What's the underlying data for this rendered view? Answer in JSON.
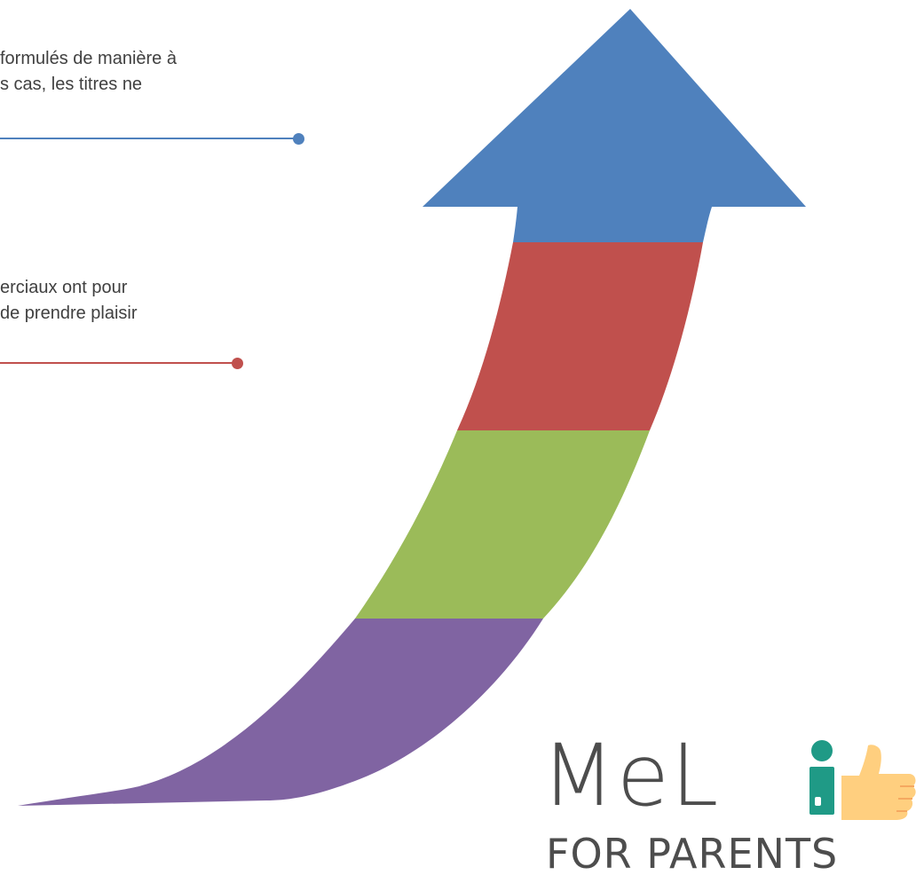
{
  "slide": {
    "items": [
      {
        "lines": [
          "formulés de manière à",
          "s cas, les titres ne"
        ],
        "color": "#4f81bd"
      },
      {
        "lines": [
          "erciaux ont pour",
          "de prendre plaisir"
        ],
        "color": "#c0504d"
      }
    ]
  },
  "arrow": {
    "segments": [
      {
        "name": "top",
        "color": "#4f81bd"
      },
      {
        "name": "second",
        "color": "#c0504d"
      },
      {
        "name": "third",
        "color": "#9bbb59"
      },
      {
        "name": "bottom",
        "color": "#8064a2"
      }
    ]
  },
  "logo": {
    "word": "MeL",
    "tagline": "FOR PARENTS",
    "text_color": "#4d4d4d",
    "i_color": "#1f9a86",
    "thumb_color": "#ffcf7f",
    "icon_names": [
      "letter-i-icon",
      "thumbs-up-icon"
    ]
  }
}
